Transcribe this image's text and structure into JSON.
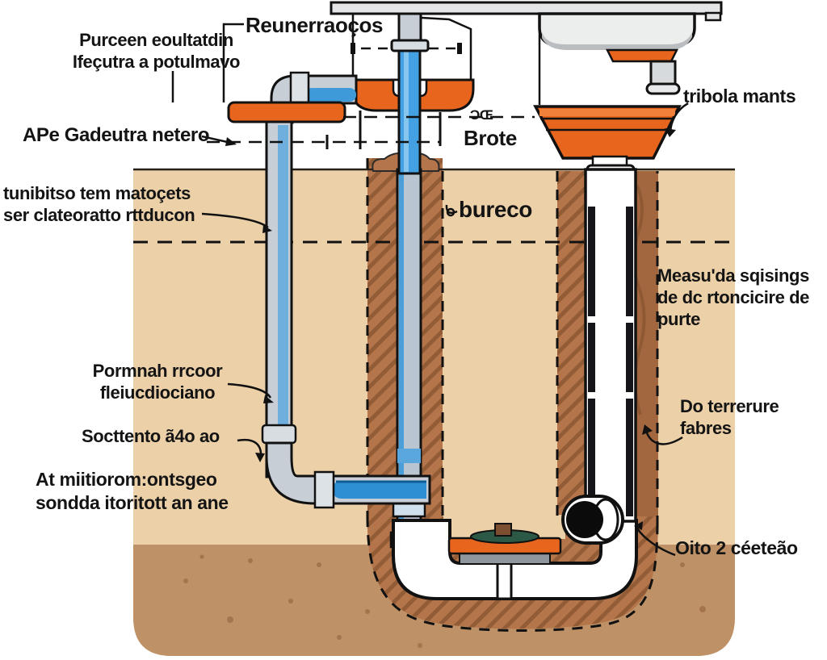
{
  "labels": {
    "reunerranos": "Reunerraoços",
    "purceen_1": "Purceen eoultatdin",
    "purceen_2": "Ifeçutra a potulmavo",
    "ape_gadeutra": "APe Gadeutra netero",
    "tunibitso_1": "tunibitso tem matoçets",
    "tunibitso_2": "ser clateoratto rttducon",
    "brote_small": "ƆŒ",
    "brote": "Brote",
    "bureco": "bureco",
    "tribola": "tribola mants",
    "measuda_1": "Measu'da sqisings",
    "measuda_2": "de dc rtoncicire de",
    "measuda_3": "purte",
    "do_terrerure_1": "Do terrerure",
    "do_terrerure_2": "fabres",
    "pormnah_1": "Pormnah rrcoor",
    "pormnah_2": "fleiucdiociano",
    "socttento": "Socttento ã4o ao",
    "at_mii_1": "At miitiorom:ontsgeo",
    "at_mii_2": "sondda itoritott an ane",
    "oito": "Oito 2 céeteão"
  },
  "colors": {
    "orange": "#e8651d",
    "blue": "#3f9ad9",
    "blue_light": "#8ec9f0",
    "pipe_gray": "#c7ced6",
    "ground": "#ecd0a8",
    "ground_dark": "#bf9166",
    "trench": "#b5754a",
    "ink": "#141414"
  }
}
